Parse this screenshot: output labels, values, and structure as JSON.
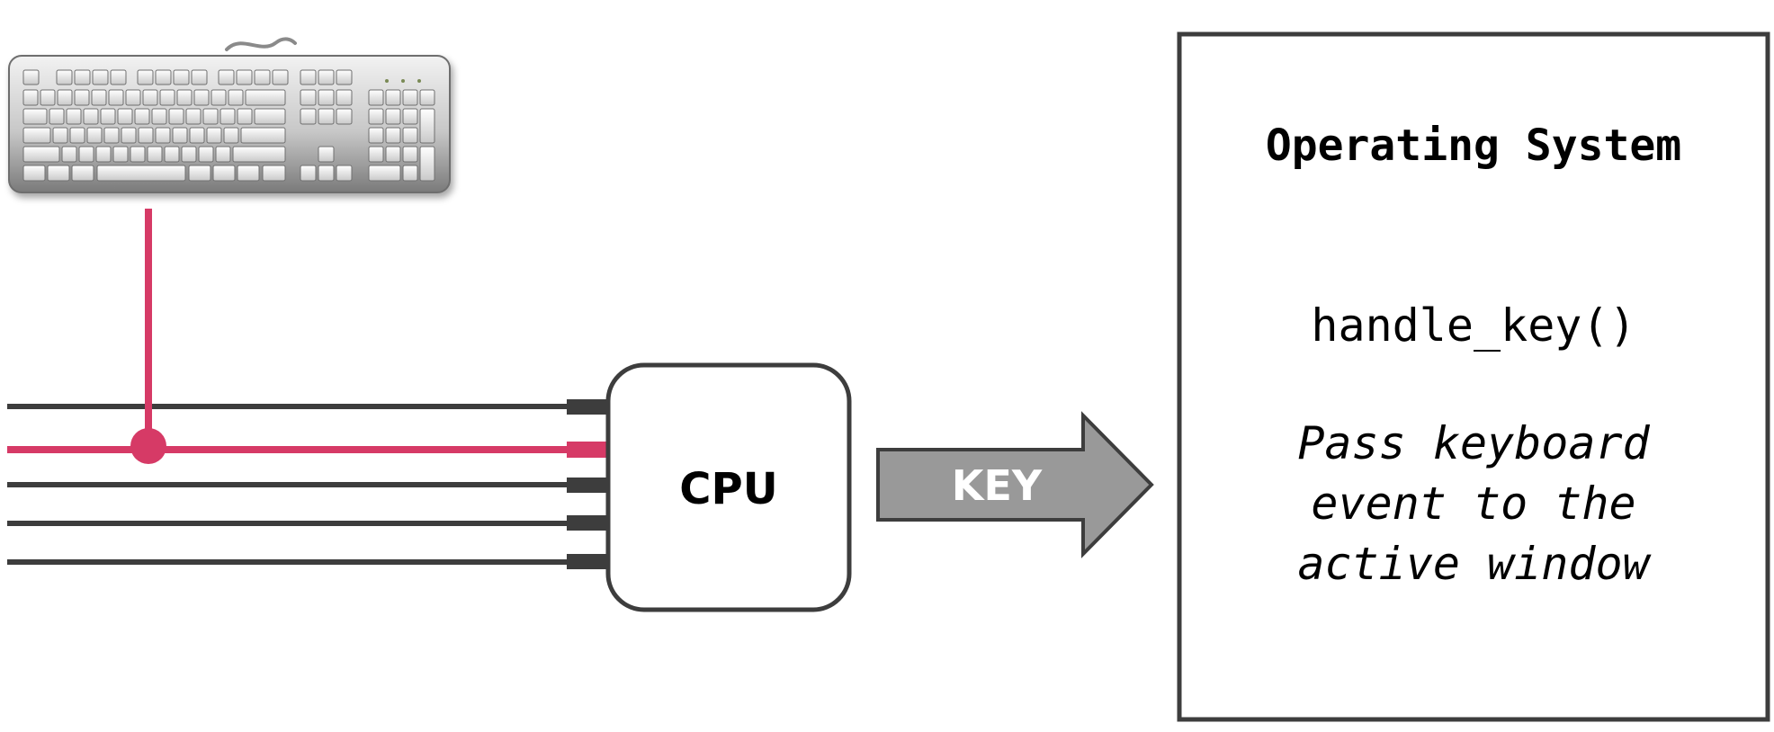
{
  "colors": {
    "wire": "#3d3d3d",
    "active_wire": "#d63a66",
    "arrow_fill": "#999999",
    "arrow_stroke": "#3d3d3d",
    "box_stroke": "#3d3d3d"
  },
  "keyboard": {
    "icon": "keyboard-icon"
  },
  "cpu": {
    "label": "CPU"
  },
  "arrow": {
    "label": "KEY"
  },
  "os": {
    "title": "Operating System",
    "function": "handle_key()",
    "description_lines": [
      "Pass keyboard",
      "event to the",
      "active window"
    ]
  }
}
